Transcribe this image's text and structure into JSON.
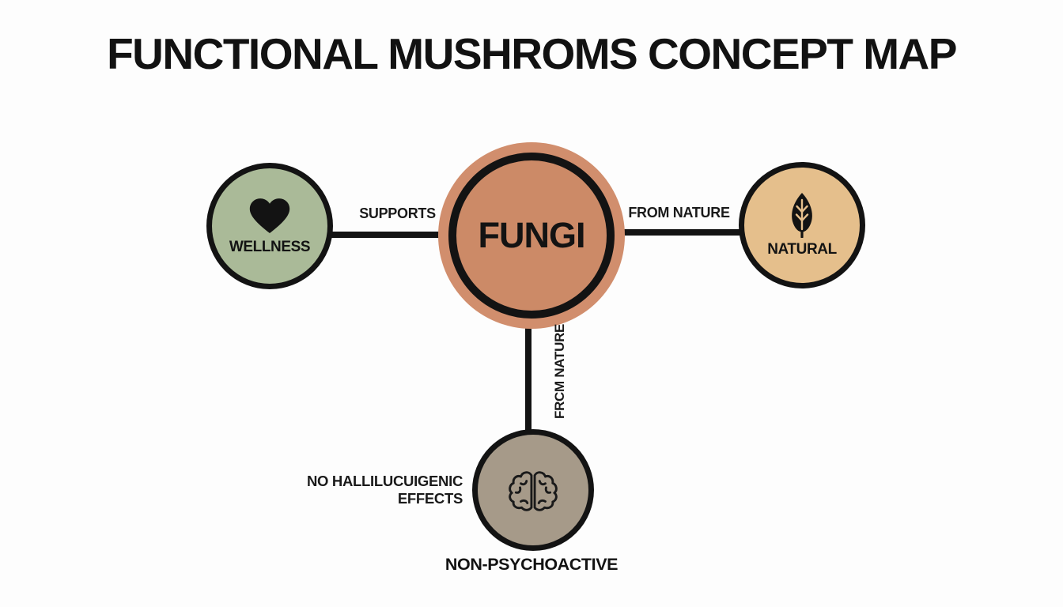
{
  "title": "FUNCTIONAL MUSHROMS CONCEPT MAP",
  "center_node": {
    "label": "FUNGI"
  },
  "nodes": {
    "wellness": {
      "label": "WELLNESS",
      "icon": "heart-icon"
    },
    "natural": {
      "label": "NATURAL",
      "icon": "leaf-icon"
    },
    "non_psychoactive": {
      "label": "NON-PSYCHOACTIVE",
      "icon": "brain-icon"
    }
  },
  "edges": {
    "supports": {
      "label": "SUPPORTS"
    },
    "from_nature": {
      "label": "FROM NATURE"
    },
    "from_nature_vertical": {
      "label": "FRCM NATURE"
    }
  },
  "annotations": {
    "effects_line1": "NO HALLILUCUIGENIC",
    "effects_line2": "EFFECTS"
  },
  "colors": {
    "background": "#fdfdfd",
    "ink": "#131313",
    "wellness_fill": "#aaba98",
    "fungi_fill": "#cc8a67",
    "fungi_halo": "#d18e6d",
    "natural_fill": "#e5bf8c",
    "non_psychoactive_fill": "#a69a89"
  }
}
